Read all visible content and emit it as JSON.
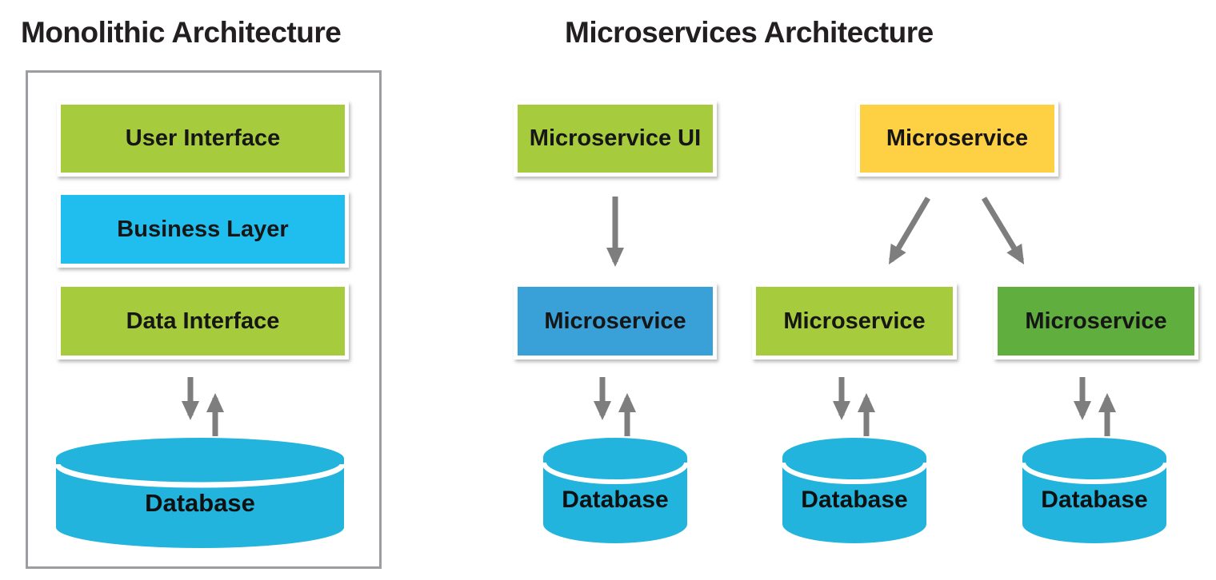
{
  "titles": {
    "monolithic": "Monolithic Architecture",
    "microservices": "Microservices Architecture"
  },
  "colors": {
    "green": "#a6cb3c",
    "cyan": "#1fbeef",
    "blue": "#3aa0d8",
    "dark_green": "#5fae3e",
    "yellow": "#fdd143",
    "database_cyan": "#22b4dc",
    "arrow_gray": "#7e7e7e",
    "frame_gray": "#9d9da1"
  },
  "monolith": {
    "layers": [
      {
        "label": "User Interface"
      },
      {
        "label": "Business Layer"
      },
      {
        "label": "Data Interface"
      }
    ],
    "database": {
      "label": "Database"
    }
  },
  "microservices": {
    "ui_column": {
      "top_service": {
        "label": "Microservice UI"
      },
      "service": {
        "label": "Microservice"
      },
      "database": {
        "label": "Database"
      }
    },
    "gateway_service": {
      "label": "Microservice"
    },
    "green_column": {
      "service": {
        "label": "Microservice"
      },
      "database": {
        "label": "Database"
      }
    },
    "dark_green_column": {
      "service": {
        "label": "Microservice"
      },
      "database": {
        "label": "Database"
      }
    }
  }
}
